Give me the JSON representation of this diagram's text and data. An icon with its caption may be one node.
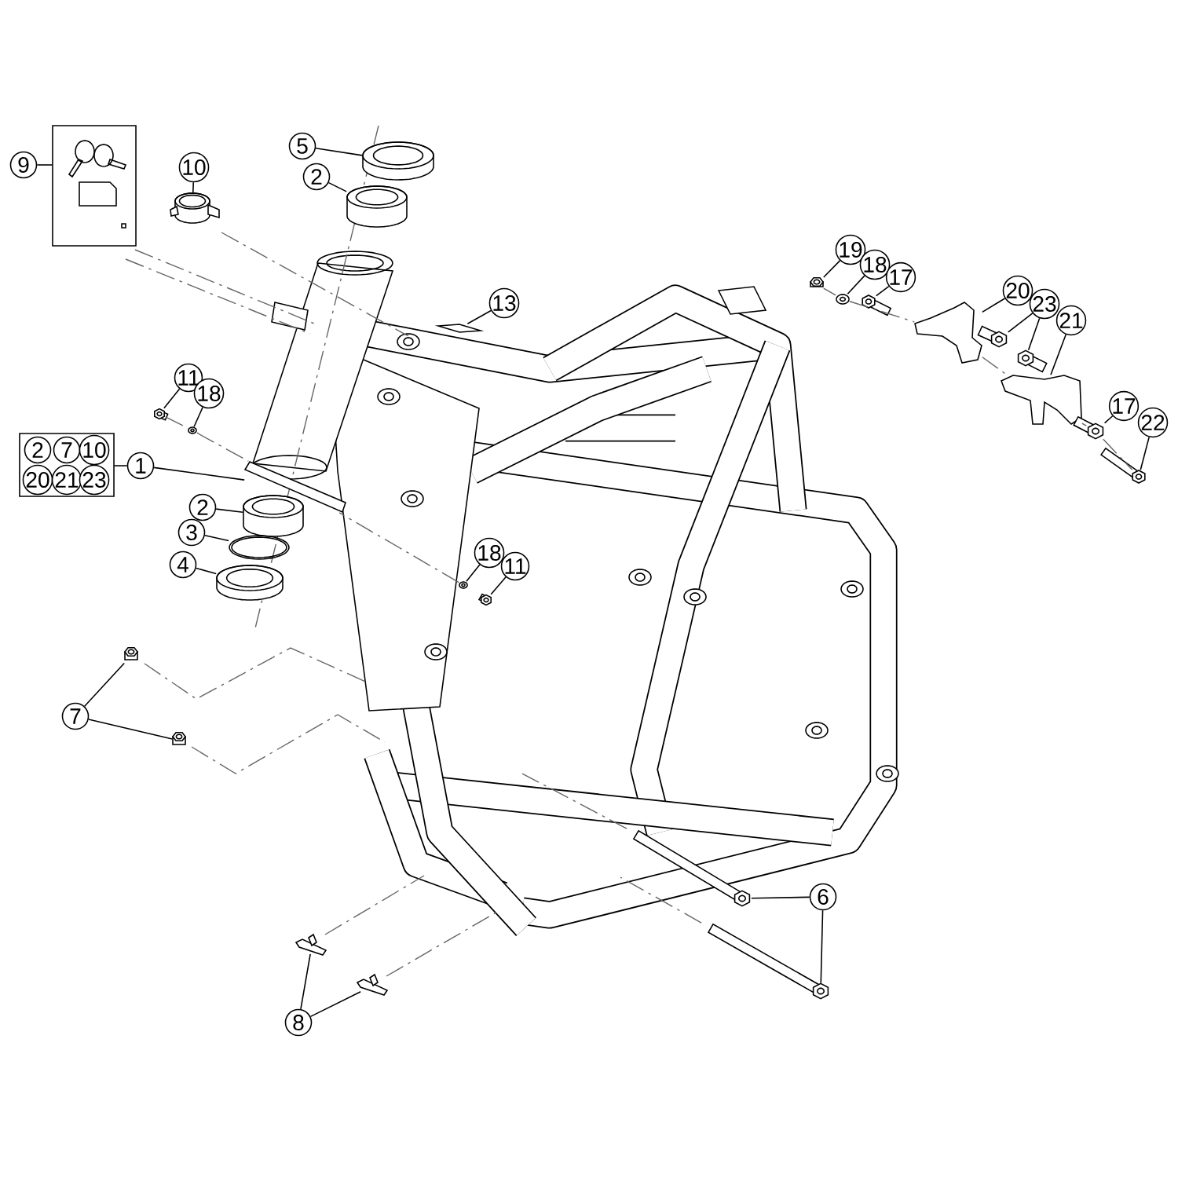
{
  "diagram": {
    "nodes": [
      {
        "text": [
          "9"
        ]
      },
      {
        "text": [],
        "shape": "box"
      },
      {
        "text": [
          "10"
        ]
      },
      {
        "text": [],
        "shape": "picture"
      },
      {
        "text": [
          "5"
        ]
      },
      {
        "text": [],
        "shape": "picture"
      },
      {
        "text": [
          "2"
        ]
      },
      {
        "text": [],
        "shape": "picture"
      },
      {
        "text": [
          "19"
        ]
      },
      {
        "text": [],
        "shape": "picture"
      },
      {
        "text": [
          "18"
        ]
      },
      {
        "text": [],
        "shape": "picture"
      },
      {
        "text": [
          "17"
        ]
      },
      {
        "text": [],
        "shape": "picture"
      },
      {
        "text": [
          "20"
        ]
      },
      {
        "text": [],
        "shape": "picture"
      },
      {
        "text": [
          "23"
        ]
      },
      {
        "text": [],
        "shape": "picture"
      },
      {
        "text": [
          "13"
        ]
      },
      {
        "text": [],
        "shape": "picture"
      },
      {
        "text": [
          "21"
        ]
      },
      {
        "text": [],
        "shape": "picture"
      },
      {
        "text": [],
        "shape": "picture"
      },
      {
        "text": [
          "11"
        ]
      },
      {
        "text": [],
        "shape": "picture"
      },
      {
        "text": [
          "18"
        ]
      },
      {
        "text": [],
        "shape": "picture"
      },
      {
        "text": [],
        "shape": "box"
      },
      {
        "text": [
          "2"
        ],
        "in": 27
      },
      {
        "text": [
          "7"
        ],
        "in": 27
      },
      {
        "text": [
          "10"
        ],
        "in": 27
      },
      {
        "text": [
          "20"
        ],
        "in": 27
      },
      {
        "text": [
          "21"
        ],
        "in": 27
      },
      {
        "text": [
          "23"
        ],
        "in": 27
      },
      {
        "text": [
          "1"
        ]
      },
      {
        "text": [],
        "shape": "picture"
      },
      {
        "text": [
          "17"
        ]
      },
      {
        "text": [],
        "shape": "picture"
      },
      {
        "text": [
          "22"
        ]
      },
      {
        "text": [],
        "shape": "picture"
      },
      {
        "text": [
          "2"
        ]
      },
      {
        "text": [],
        "shape": "picture"
      },
      {
        "text": [
          "3"
        ]
      },
      {
        "text": [],
        "shape": "picture"
      },
      {
        "text": [
          "4"
        ]
      },
      {
        "text": [],
        "shape": "picture"
      },
      {
        "text": [
          "18"
        ]
      },
      {
        "text": [],
        "shape": "picture"
      },
      {
        "text": [
          "11"
        ]
      },
      {
        "text": [],
        "shape": "picture"
      },
      {
        "text": [
          "7"
        ]
      },
      {
        "text": [],
        "shape": "picture"
      },
      {
        "text": [],
        "shape": "picture"
      },
      {
        "text": [
          "6"
        ]
      },
      {
        "text": [],
        "shape": "picture"
      },
      {
        "text": [],
        "shape": "picture"
      },
      {
        "text": [
          "8"
        ]
      },
      {
        "text": [],
        "shape": "picture"
      },
      {
        "text": [],
        "shape": "picture"
      }
    ],
    "edges": [
      {
        "from": 0,
        "to": 1,
        "arrow": "none"
      },
      {
        "from": 2,
        "to": 3,
        "arrow": "none"
      },
      {
        "from": 4,
        "to": 5,
        "arrow": "none"
      },
      {
        "from": 6,
        "to": 7,
        "arrow": "none"
      },
      {
        "from": 8,
        "to": 9,
        "arrow": "none"
      },
      {
        "from": 10,
        "to": 11,
        "arrow": "none"
      },
      {
        "from": 12,
        "to": 13,
        "arrow": "none"
      },
      {
        "from": 14,
        "to": 15,
        "arrow": "none"
      },
      {
        "from": 16,
        "to": 17,
        "arrow": "none"
      },
      {
        "from": 16,
        "to": 21,
        "arrow": "none"
      },
      {
        "from": 18,
        "to": 19,
        "arrow": "none"
      },
      {
        "from": 20,
        "to": 22,
        "arrow": "none"
      },
      {
        "from": 23,
        "to": 24,
        "arrow": "none"
      },
      {
        "from": 25,
        "to": 26,
        "arrow": "none"
      },
      {
        "from": 27,
        "to": 34,
        "arrow": "none"
      },
      {
        "from": 34,
        "to": 35,
        "arrow": "none"
      },
      {
        "from": 36,
        "to": 37,
        "arrow": "none"
      },
      {
        "from": 38,
        "to": 39,
        "arrow": "none"
      },
      {
        "from": 40,
        "to": 41,
        "arrow": "none"
      },
      {
        "from": 42,
        "to": 43,
        "arrow": "none"
      },
      {
        "from": 44,
        "to": 45,
        "arrow": "none"
      },
      {
        "from": 46,
        "to": 47,
        "arrow": "none"
      },
      {
        "from": 48,
        "to": 49,
        "arrow": "none"
      },
      {
        "from": 50,
        "to": 51,
        "arrow": "none"
      },
      {
        "from": 50,
        "to": 52,
        "arrow": "none"
      },
      {
        "from": 53,
        "to": 54,
        "arrow": "none"
      },
      {
        "from": 53,
        "to": 55,
        "arrow": "none"
      },
      {
        "from": 56,
        "to": 57,
        "arrow": "none"
      },
      {
        "from": 56,
        "to": 58,
        "arrow": "none"
      },
      {
        "from": 9,
        "to": 11,
        "arrow": "none",
        "style": "dashed",
        "color": "#666666"
      },
      {
        "from": 11,
        "to": 15,
        "arrow": "none",
        "style": "dashed",
        "color": "#666666"
      },
      {
        "from": 15,
        "to": 22,
        "arrow": "none",
        "style": "dashed",
        "color": "#666666"
      },
      {
        "from": 22,
        "to": 37,
        "arrow": "none",
        "style": "dashed",
        "color": "#666666"
      },
      {
        "from": 37,
        "to": 39,
        "arrow": "none",
        "style": "dashed",
        "color": "#666666"
      },
      {
        "from": 24,
        "to": 26,
        "arrow": "none",
        "style": "dashed",
        "color": "#666666"
      },
      {
        "from": 26,
        "to": 35,
        "arrow": "none",
        "style": "dashed",
        "color": "#666666"
      },
      {
        "from": 47,
        "to": 35,
        "arrow": "none",
        "style": "dashed",
        "color": "#666666"
      }
    ]
  }
}
